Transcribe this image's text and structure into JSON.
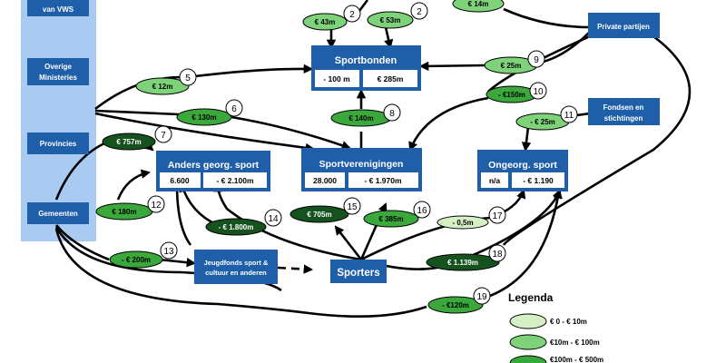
{
  "sources": {
    "vws": "van VWS",
    "overige": [
      "Overige",
      "Ministeries"
    ],
    "provincies": "Provincies",
    "gemeenten": "Gemeenten"
  },
  "boxes": {
    "private": "Private partijen",
    "fondsen": [
      "Fondsen en",
      "stichtingen"
    ],
    "sportbonden": {
      "title": "Sportbonden",
      "left": "- 100 m",
      "right": "€ 285m"
    },
    "anders": {
      "title": "Anders georg. sport",
      "left": "6.600",
      "right": "- € 2.100m"
    },
    "verenigingen": {
      "title": "Sportverenigingen",
      "left": "28.000",
      "right": "- € 1.970m"
    },
    "ongeorg": {
      "title": "Ongeorg. sport",
      "left": "n/a",
      "right": "- € 1.190"
    },
    "jeugdfonds": [
      "Jeugdfonds sport &",
      "cultuur en anderen"
    ],
    "sporters": "Sporters"
  },
  "flows": [
    {
      "label": "€ 43m",
      "num": "2",
      "shade": "mid"
    },
    {
      "label": "€ 53m",
      "num": "2",
      "shade": "mid"
    },
    {
      "label": "€ 14m",
      "num": "",
      "shade": "mid"
    },
    {
      "label": "€ 25m",
      "num": "9",
      "shade": "mid"
    },
    {
      "label": "€ 12m",
      "num": "5",
      "shade": "mid"
    },
    {
      "label": "- €150m",
      "num": "10",
      "shade": "strong"
    },
    {
      "label": "€ 130m",
      "num": "6",
      "shade": "strong"
    },
    {
      "label": "€ 140m",
      "num": "8",
      "shade": "strong"
    },
    {
      "label": "- € 25m",
      "num": "11",
      "shade": "mid"
    },
    {
      "label": "€ 757m",
      "num": "7",
      "shade": "dark"
    },
    {
      "label": "€ 180m",
      "num": "12",
      "shade": "strong"
    },
    {
      "label": "- € 1.800m",
      "num": "14",
      "shade": "dark"
    },
    {
      "label": "€ 705m",
      "num": "15",
      "shade": "dark"
    },
    {
      "label": "€ 385m",
      "num": "16",
      "shade": "strong"
    },
    {
      "label": "- 0,5m",
      "num": "17",
      "shade": "light"
    },
    {
      "label": "- € 200m",
      "num": "13",
      "shade": "strong"
    },
    {
      "label": "€ 1.139m",
      "num": "18",
      "shade": "dark"
    },
    {
      "label": "- €120m",
      "num": "19",
      "shade": "strong"
    }
  ],
  "legend": {
    "title": "Legenda",
    "items": [
      "€ 0 - € 10m",
      "€10m - € 100m",
      "€100m - € 500m"
    ]
  },
  "colors": {
    "box": "#1f5ea8",
    "sidebar": "#a9cbf2",
    "light": "#d6f0c6",
    "mid": "#7ed37a",
    "strong": "#3aa83a",
    "dark": "#16521e"
  }
}
